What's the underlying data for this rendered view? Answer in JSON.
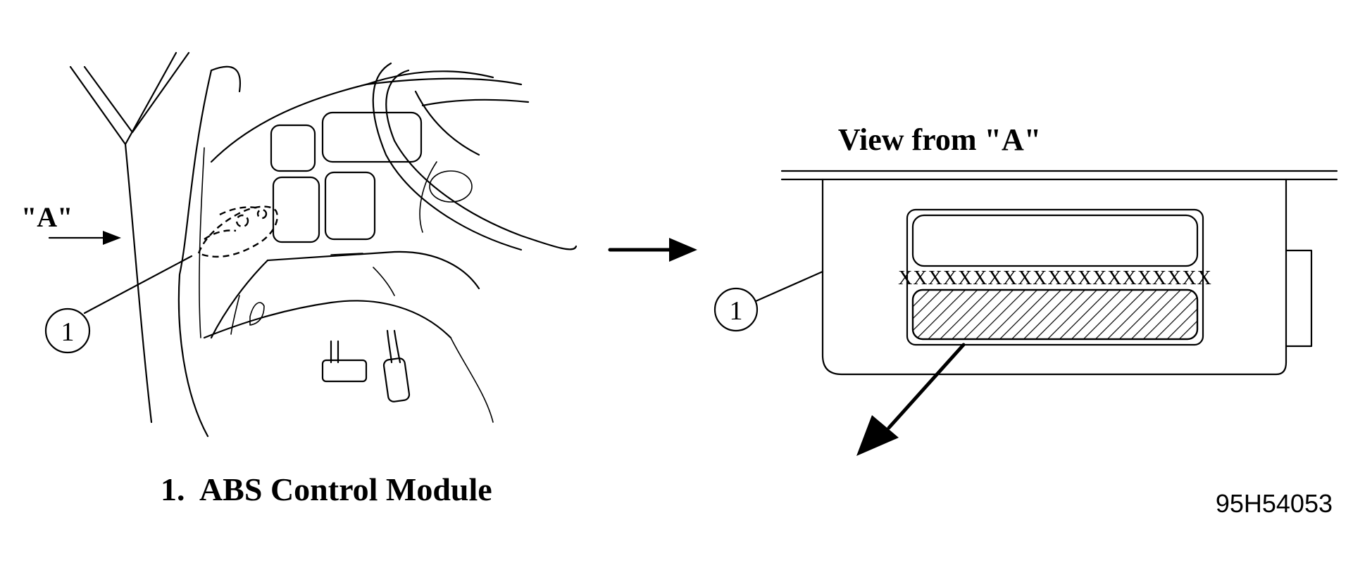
{
  "left_view": {
    "arrow_label": "\"A\"",
    "callout_number": "1"
  },
  "right_view": {
    "title": "View from \"A\"",
    "callout_number": "1",
    "label_code": "XXXXXXXXXXXXXXXXXXXXX"
  },
  "caption": "1.  ABS Control Module",
  "figure_id": "95H54053"
}
